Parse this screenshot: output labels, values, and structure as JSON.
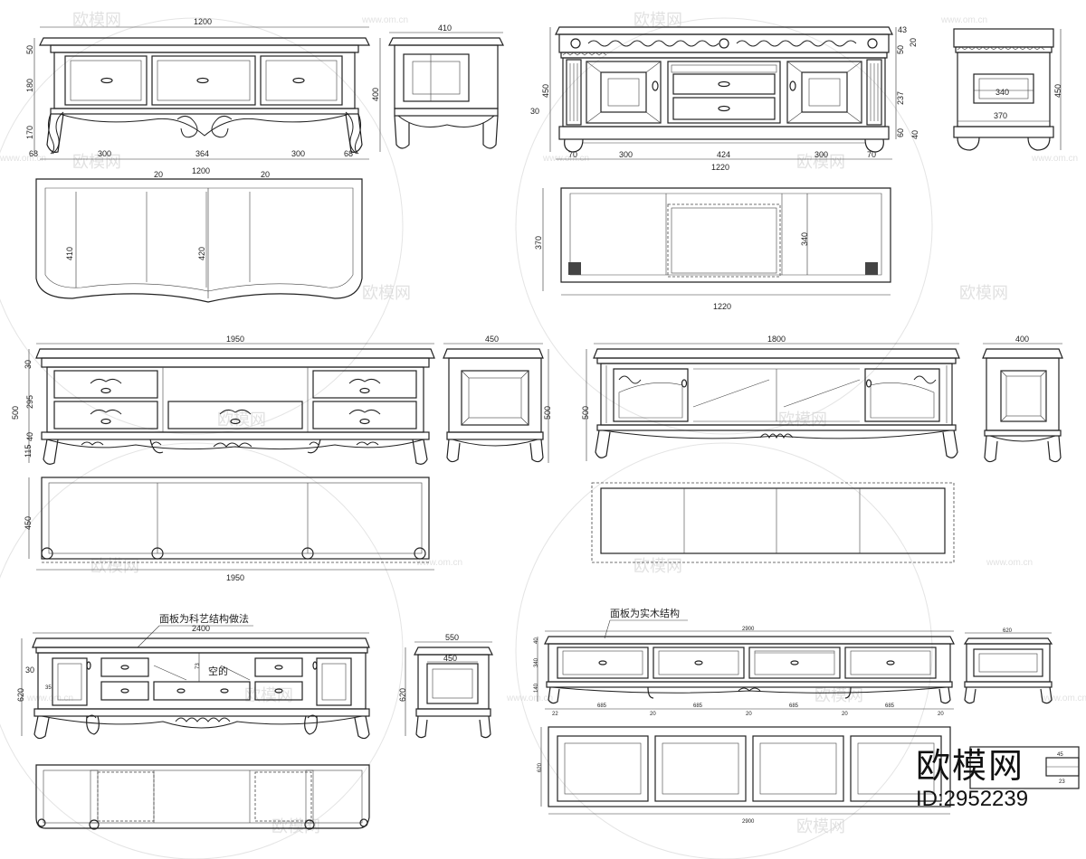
{
  "watermark": {
    "logo_text": "欧模网",
    "url_text": "www.om.cn"
  },
  "brand": {
    "name": "欧模网",
    "id": "ID:2952239"
  },
  "notes": {
    "panel_art": "面板为科艺结构做法",
    "panel_solid": "面板为实木结构",
    "empty": "空的"
  },
  "cabinet_a": {
    "front_width": "1200",
    "h_top": "50",
    "h_drawer": "180",
    "h_leg": "170",
    "w_side": "68",
    "w_left": "300",
    "w_mid": "364",
    "w_right": "300",
    "w_side_r": "68",
    "gap1": "20",
    "gap2": "20",
    "total_width": "1200",
    "side_depth": "410",
    "side_height": "400",
    "plan_depth1": "410",
    "plan_depth2": "420"
  },
  "cabinet_b": {
    "h_top1": "43",
    "h_top2": "20",
    "h_band": "50",
    "h_total": "450",
    "h_body": "237",
    "h_base": "60",
    "h_foot": "40",
    "left_offset": "30",
    "w_side": "70",
    "w_left": "300",
    "w_mid": "424",
    "w_right": "300",
    "w_side_r": "70",
    "total_width": "1220",
    "side_inner": "340",
    "side_outer": "370",
    "side_height": "450",
    "plan_depth": "370",
    "plan_inner": "340",
    "plan_width": "1220"
  },
  "cabinet_c": {
    "front_width": "1950",
    "h_top": "30",
    "h_body": "295",
    "h_total": "500",
    "h_a": "40",
    "h_b": "115",
    "side_depth": "450",
    "side_height": "500",
    "plan_depth": "450",
    "plan_width": "1950"
  },
  "cabinet_d": {
    "front_width": "1800",
    "h_total": "500",
    "side_depth": "400"
  },
  "cabinet_e": {
    "front_width": "2400",
    "h_total": "620",
    "h_a": "30",
    "h_b": "35",
    "h_mid": "73",
    "side_outer": "550",
    "side_inner": "450",
    "side_height": "620"
  },
  "cabinet_f": {
    "front_width": "2900",
    "h_a": "40",
    "h_b": "340",
    "h_c": "140",
    "w_a": "22",
    "w_1": "685",
    "w_2": "20",
    "w_3": "685",
    "w_4": "20",
    "w_5": "685",
    "w_6": "20",
    "w_7": "685",
    "w_8": "20",
    "side_depth": "620",
    "plan_depth": "620",
    "plan_width": "2900",
    "detail_a": "45",
    "detail_b": "23"
  }
}
